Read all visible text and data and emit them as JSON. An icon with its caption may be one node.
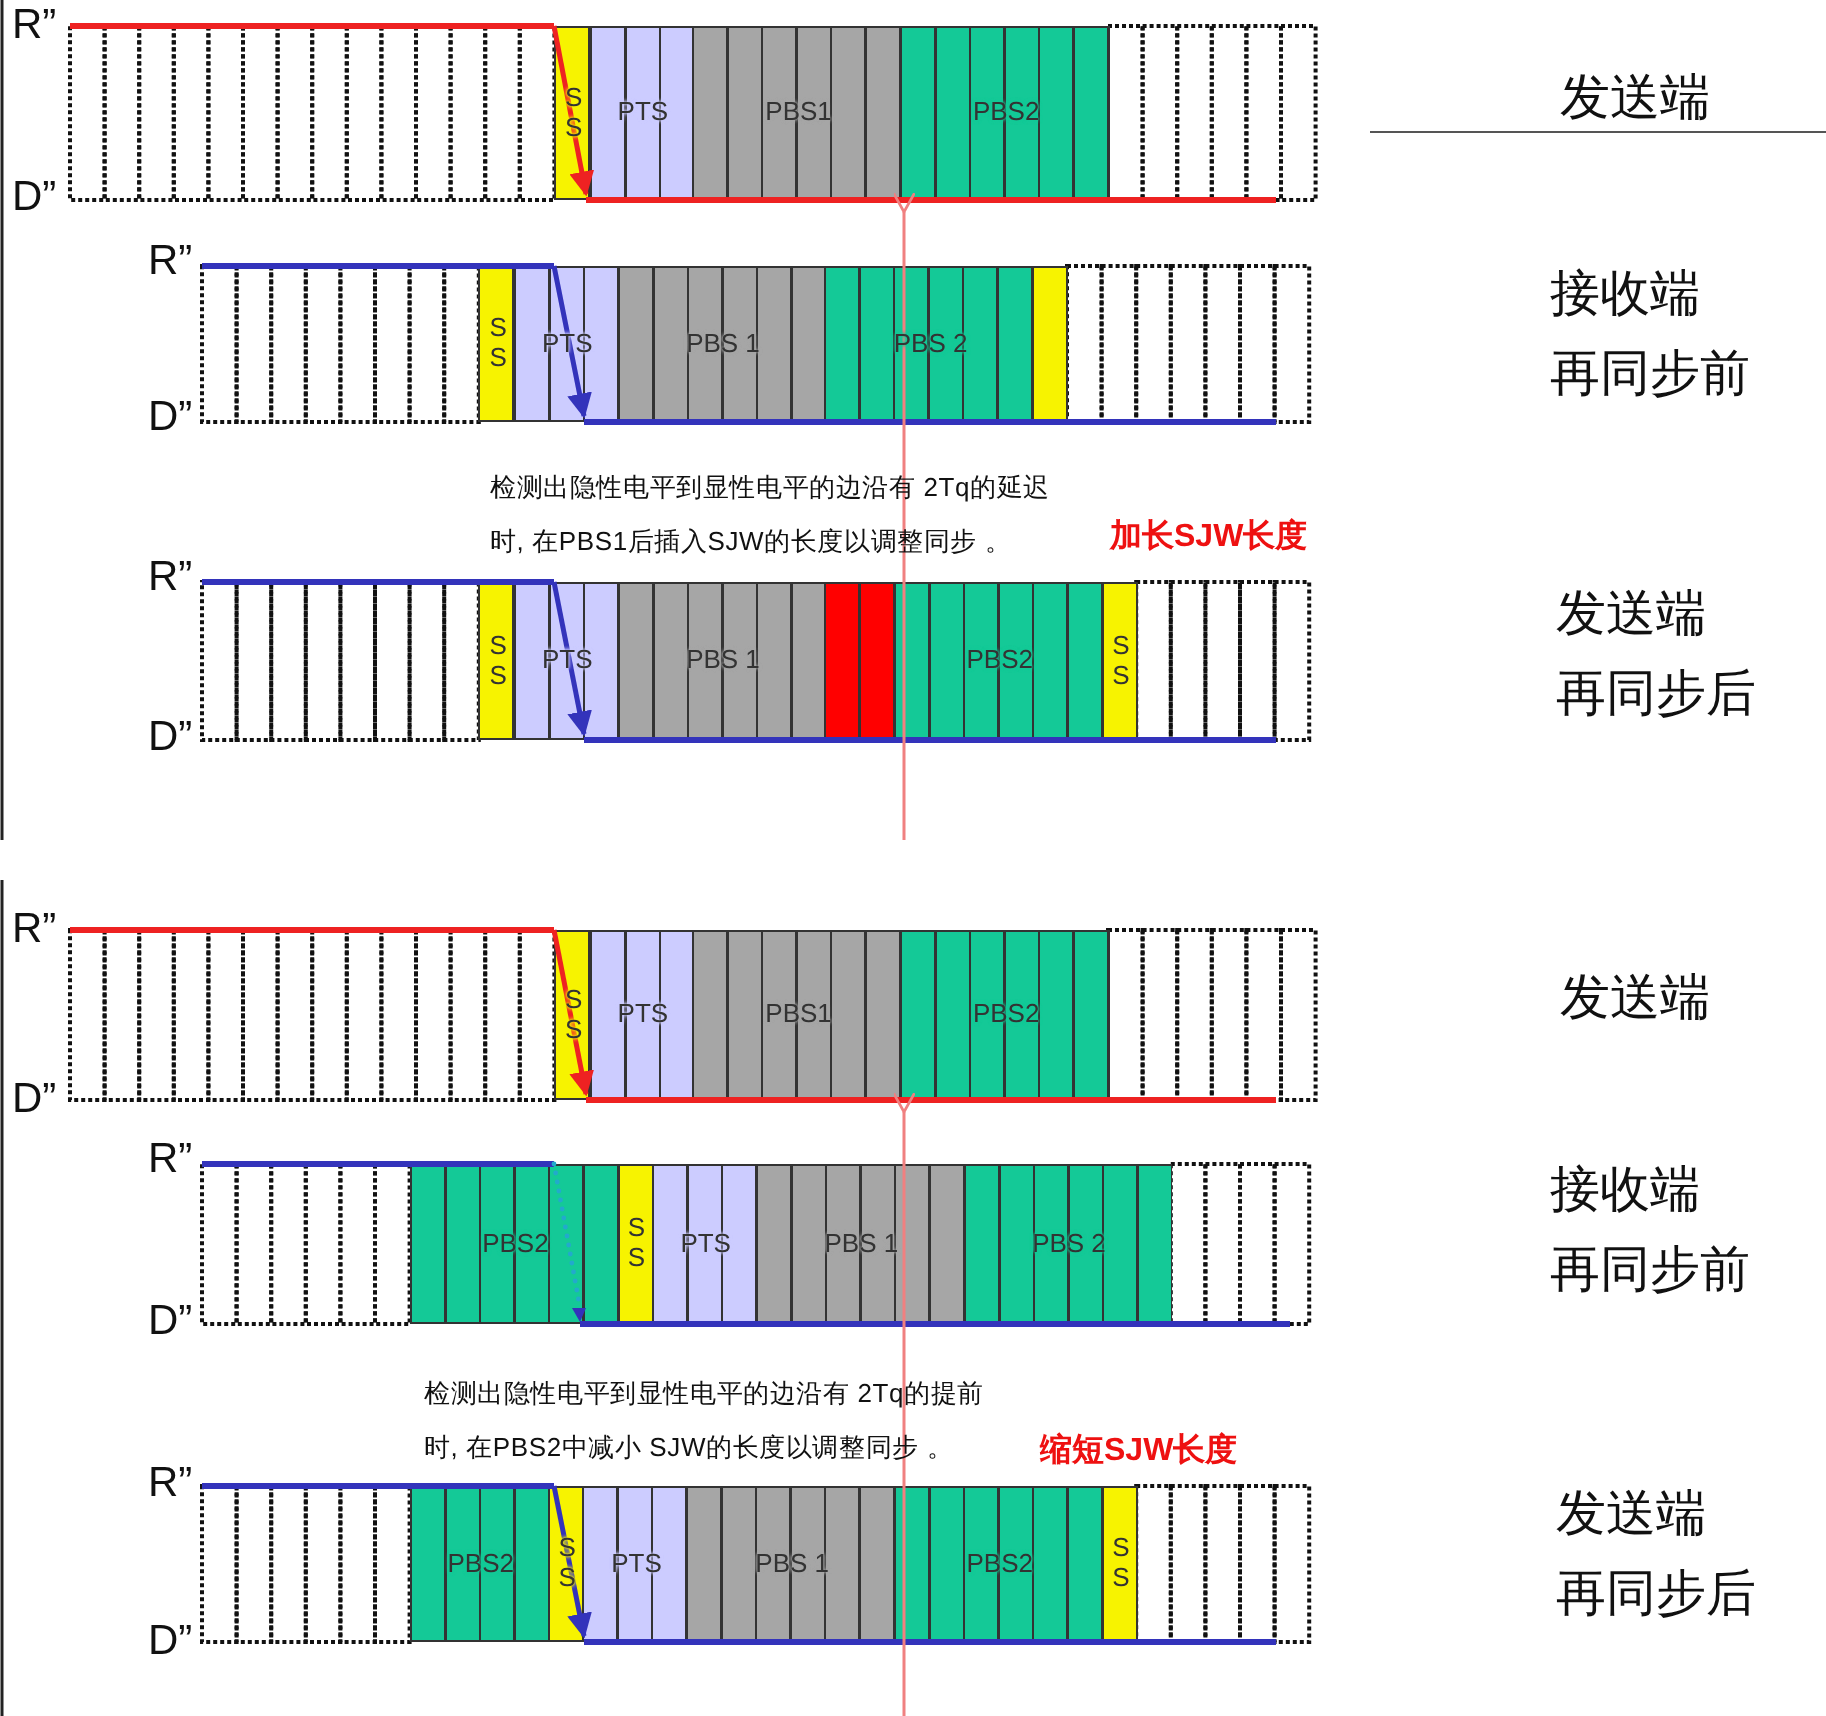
{
  "diagram": {
    "nodes": [
      {
        "text": [
          "SS"
        ]
      },
      {
        "text": [
          "PTS"
        ]
      },
      {
        "text": [
          "PBS1"
        ]
      },
      {
        "text": [
          "PBS2"
        ]
      },
      {
        "text": [
          "SS"
        ]
      },
      {
        "text": [
          "PTS"
        ]
      },
      {
        "text": [
          "PBS 1"
        ]
      },
      {
        "text": [
          "PBS 2"
        ]
      },
      {
        "text": [],
        "shape": "box"
      },
      {
        "text": [
          "SS"
        ]
      },
      {
        "text": [
          "PTS"
        ]
      },
      {
        "text": [
          "PBS 1"
        ]
      },
      {
        "text": [],
        "shape": "box"
      },
      {
        "text": [
          "PBS2"
        ]
      },
      {
        "text": [
          "SS"
        ]
      },
      {
        "text": [
          "SS"
        ]
      },
      {
        "text": [
          "PTS"
        ]
      },
      {
        "text": [
          "PBS1"
        ]
      },
      {
        "text": [
          "PBS2"
        ]
      },
      {
        "text": [
          "PBS2"
        ]
      },
      {
        "text": [
          "SS"
        ]
      },
      {
        "text": [
          "PTS"
        ]
      },
      {
        "text": [
          "PBS 1"
        ]
      },
      {
        "text": [
          "PBS 2"
        ]
      },
      {
        "text": [
          "PBS2"
        ]
      },
      {
        "text": [
          "SS"
        ]
      },
      {
        "text": [
          "PTS"
        ]
      },
      {
        "text": [
          "PBS 1"
        ]
      },
      {
        "text": [
          "PBS2"
        ]
      },
      {
        "text": [
          "SS"
        ]
      }
    ],
    "labels": [
      "R”",
      "发送端",
      "D”",
      "R”",
      "接收端",
      "再同步前",
      "D”",
      "检测出隐性电平到显性电平的边沿有 2Tq的延迟时, 在PBS1后插入SJW的长度以调整同步 。",
      "R”",
      "加长SJW长度",
      "发送端",
      "再同步后",
      "D”",
      "R”",
      "发送端",
      "D”",
      "R”",
      "接收端",
      "再同步前",
      "D”",
      "检测出隐性电平到显性电平的边沿有 2Tq的提前时, 在PBS2中减小 SJW的长度以调整同步 。",
      "缩短SJW长度",
      "R”",
      "发送端",
      "再同步后",
      "D”"
    ]
  }
}
